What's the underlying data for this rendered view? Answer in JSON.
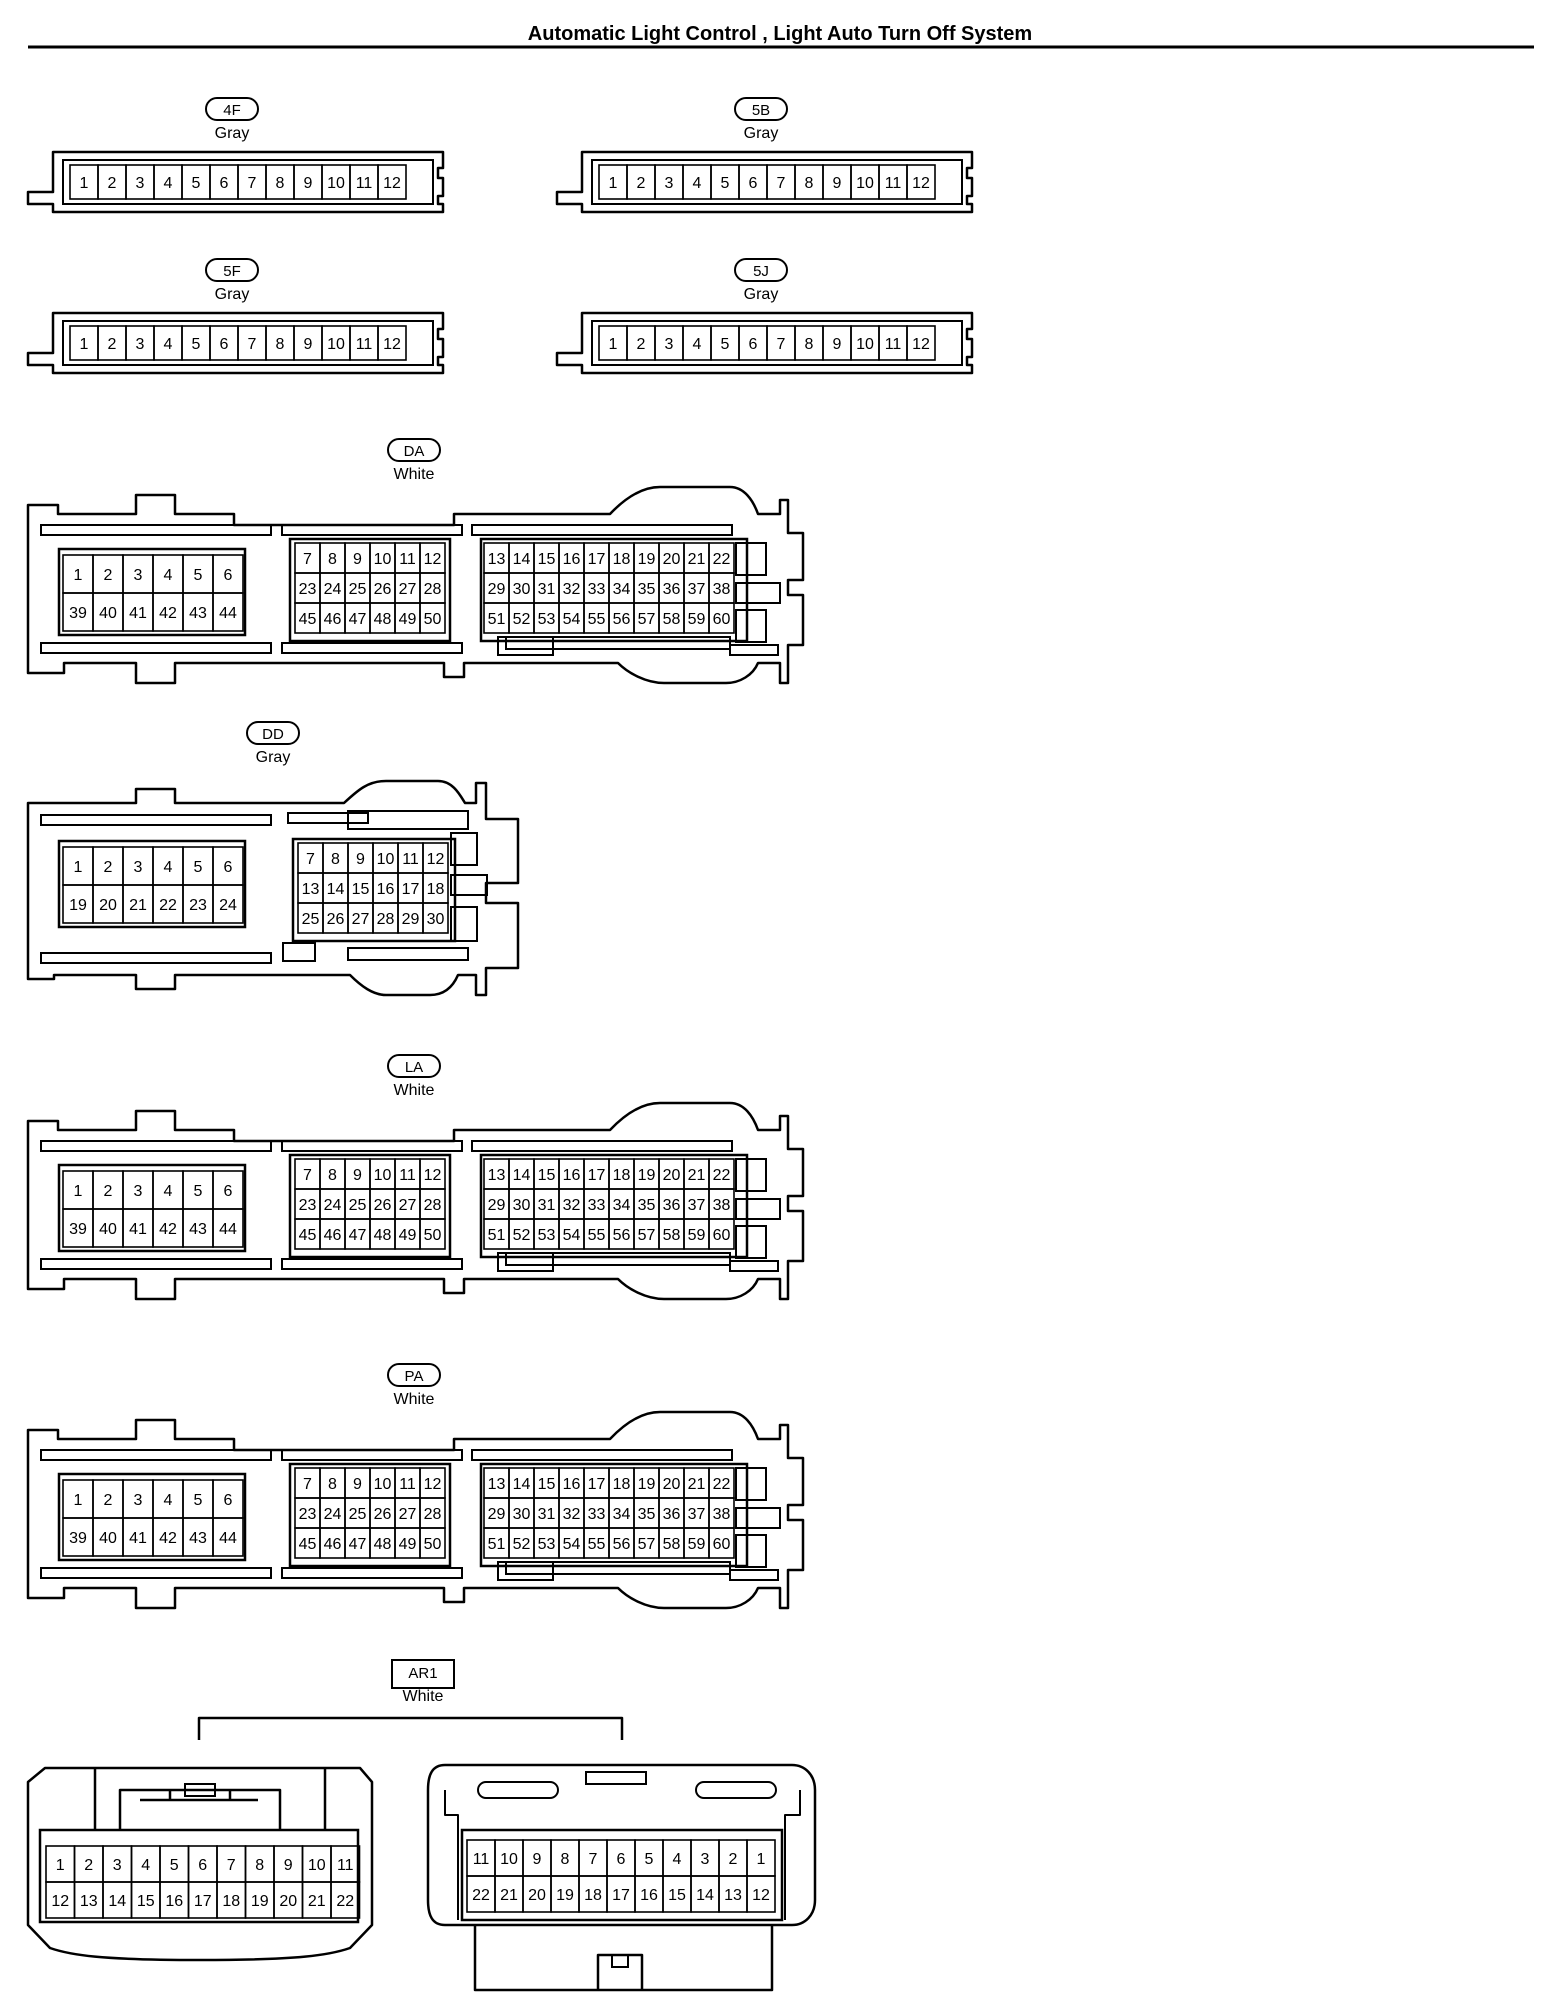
{
  "title": "Automatic Light Control , Light Auto Turn Off System",
  "connectors": {
    "c4F": {
      "code": "4F",
      "color": "Gray",
      "pins": [
        "1",
        "2",
        "3",
        "4",
        "5",
        "6",
        "7",
        "8",
        "9",
        "10",
        "11",
        "12"
      ]
    },
    "c5B": {
      "code": "5B",
      "color": "Gray",
      "pins": [
        "1",
        "2",
        "3",
        "4",
        "5",
        "6",
        "7",
        "8",
        "9",
        "10",
        "11",
        "12"
      ]
    },
    "c5F": {
      "code": "5F",
      "color": "Gray",
      "pins": [
        "1",
        "2",
        "3",
        "4",
        "5",
        "6",
        "7",
        "8",
        "9",
        "10",
        "11",
        "12"
      ]
    },
    "c5J": {
      "code": "5J",
      "color": "Gray",
      "pins": [
        "1",
        "2",
        "3",
        "4",
        "5",
        "6",
        "7",
        "8",
        "9",
        "10",
        "11",
        "12"
      ]
    },
    "DA": {
      "code": "DA",
      "color": "White",
      "left": [
        [
          "1",
          "2",
          "3",
          "4",
          "5",
          "6"
        ],
        [
          "39",
          "40",
          "41",
          "42",
          "43",
          "44"
        ]
      ],
      "mid": [
        [
          "7",
          "8",
          "9",
          "10",
          "11",
          "12"
        ],
        [
          "23",
          "24",
          "25",
          "26",
          "27",
          "28"
        ],
        [
          "45",
          "46",
          "47",
          "48",
          "49",
          "50"
        ]
      ],
      "right": [
        [
          "13",
          "14",
          "15",
          "16",
          "17",
          "18",
          "19",
          "20",
          "21",
          "22"
        ],
        [
          "29",
          "30",
          "31",
          "32",
          "33",
          "34",
          "35",
          "36",
          "37",
          "38"
        ],
        [
          "51",
          "52",
          "53",
          "54",
          "55",
          "56",
          "57",
          "58",
          "59",
          "60"
        ]
      ]
    },
    "DD": {
      "code": "DD",
      "color": "Gray",
      "left": [
        [
          "1",
          "2",
          "3",
          "4",
          "5",
          "6"
        ],
        [
          "19",
          "20",
          "21",
          "22",
          "23",
          "24"
        ]
      ],
      "right": [
        [
          "7",
          "8",
          "9",
          "10",
          "11",
          "12"
        ],
        [
          "13",
          "14",
          "15",
          "16",
          "17",
          "18"
        ],
        [
          "25",
          "26",
          "27",
          "28",
          "29",
          "30"
        ]
      ]
    },
    "LA": {
      "code": "LA",
      "color": "White",
      "left": [
        [
          "1",
          "2",
          "3",
          "4",
          "5",
          "6"
        ],
        [
          "39",
          "40",
          "41",
          "42",
          "43",
          "44"
        ]
      ],
      "mid": [
        [
          "7",
          "8",
          "9",
          "10",
          "11",
          "12"
        ],
        [
          "23",
          "24",
          "25",
          "26",
          "27",
          "28"
        ],
        [
          "45",
          "46",
          "47",
          "48",
          "49",
          "50"
        ]
      ],
      "right": [
        [
          "13",
          "14",
          "15",
          "16",
          "17",
          "18",
          "19",
          "20",
          "21",
          "22"
        ],
        [
          "29",
          "30",
          "31",
          "32",
          "33",
          "34",
          "35",
          "36",
          "37",
          "38"
        ],
        [
          "51",
          "52",
          "53",
          "54",
          "55",
          "56",
          "57",
          "58",
          "59",
          "60"
        ]
      ]
    },
    "PA": {
      "code": "PA",
      "color": "White",
      "left": [
        [
          "1",
          "2",
          "3",
          "4",
          "5",
          "6"
        ],
        [
          "39",
          "40",
          "41",
          "42",
          "43",
          "44"
        ]
      ],
      "mid": [
        [
          "7",
          "8",
          "9",
          "10",
          "11",
          "12"
        ],
        [
          "23",
          "24",
          "25",
          "26",
          "27",
          "28"
        ],
        [
          "45",
          "46",
          "47",
          "48",
          "49",
          "50"
        ]
      ],
      "right": [
        [
          "13",
          "14",
          "15",
          "16",
          "17",
          "18",
          "19",
          "20",
          "21",
          "22"
        ],
        [
          "29",
          "30",
          "31",
          "32",
          "33",
          "34",
          "35",
          "36",
          "37",
          "38"
        ],
        [
          "51",
          "52",
          "53",
          "54",
          "55",
          "56",
          "57",
          "58",
          "59",
          "60"
        ]
      ]
    },
    "AR1": {
      "code": "AR1",
      "color": "White",
      "male": [
        [
          "1",
          "2",
          "3",
          "4",
          "5",
          "6",
          "7",
          "8",
          "9",
          "10",
          "11"
        ],
        [
          "12",
          "13",
          "14",
          "15",
          "16",
          "17",
          "18",
          "19",
          "20",
          "21",
          "22"
        ]
      ],
      "female": [
        [
          "11",
          "10",
          "9",
          "8",
          "7",
          "6",
          "5",
          "4",
          "3",
          "2",
          "1"
        ],
        [
          "22",
          "21",
          "20",
          "19",
          "18",
          "17",
          "16",
          "15",
          "14",
          "13",
          "12"
        ]
      ]
    }
  }
}
